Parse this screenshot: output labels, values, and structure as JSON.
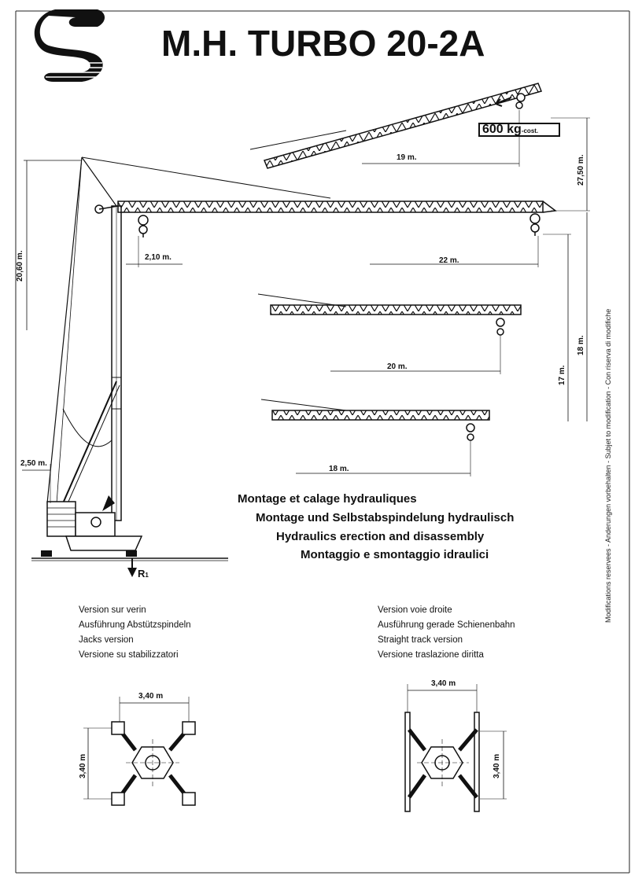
{
  "title": "M.H. TURBO 20-2A",
  "load": {
    "value": "600 kg",
    "suffix": "-cost."
  },
  "dimensions": {
    "jib_luffed": "19 m.",
    "jib_main": "22 m.",
    "jib_mid": "20 m.",
    "jib_short": "18 m.",
    "counter_jib": "2,10 m.",
    "base_offset": "2,50 m.",
    "height_main": "20,60 m.",
    "height_luffed": "27,50 m.",
    "height_18": "18 m.",
    "height_17": "17 m.",
    "base_width": "3,40 m",
    "base_depth": "3,40 m"
  },
  "reaction_label": "R",
  "reaction_sub": "1",
  "captions": [
    "Montage et calage hydrauliques",
    "Montage und Selbstabspindelung hydraulisch",
    "Hydraulics erection and disassembly",
    "Montaggio e smontaggio idraulici"
  ],
  "version_left": [
    "Version sur verin",
    "Ausführung Abstützspindeln",
    "Jacks version",
    "Versione su stabilizzatori"
  ],
  "version_right": [
    "Version voie droite",
    "Ausführung gerade Schienenbahn",
    "Straight track version",
    "Versione traslazione diritta"
  ],
  "side_note": "Modifications reservees - Anderungen vorbehalten - Subjet to modification - Con riserva di modifiche"
}
